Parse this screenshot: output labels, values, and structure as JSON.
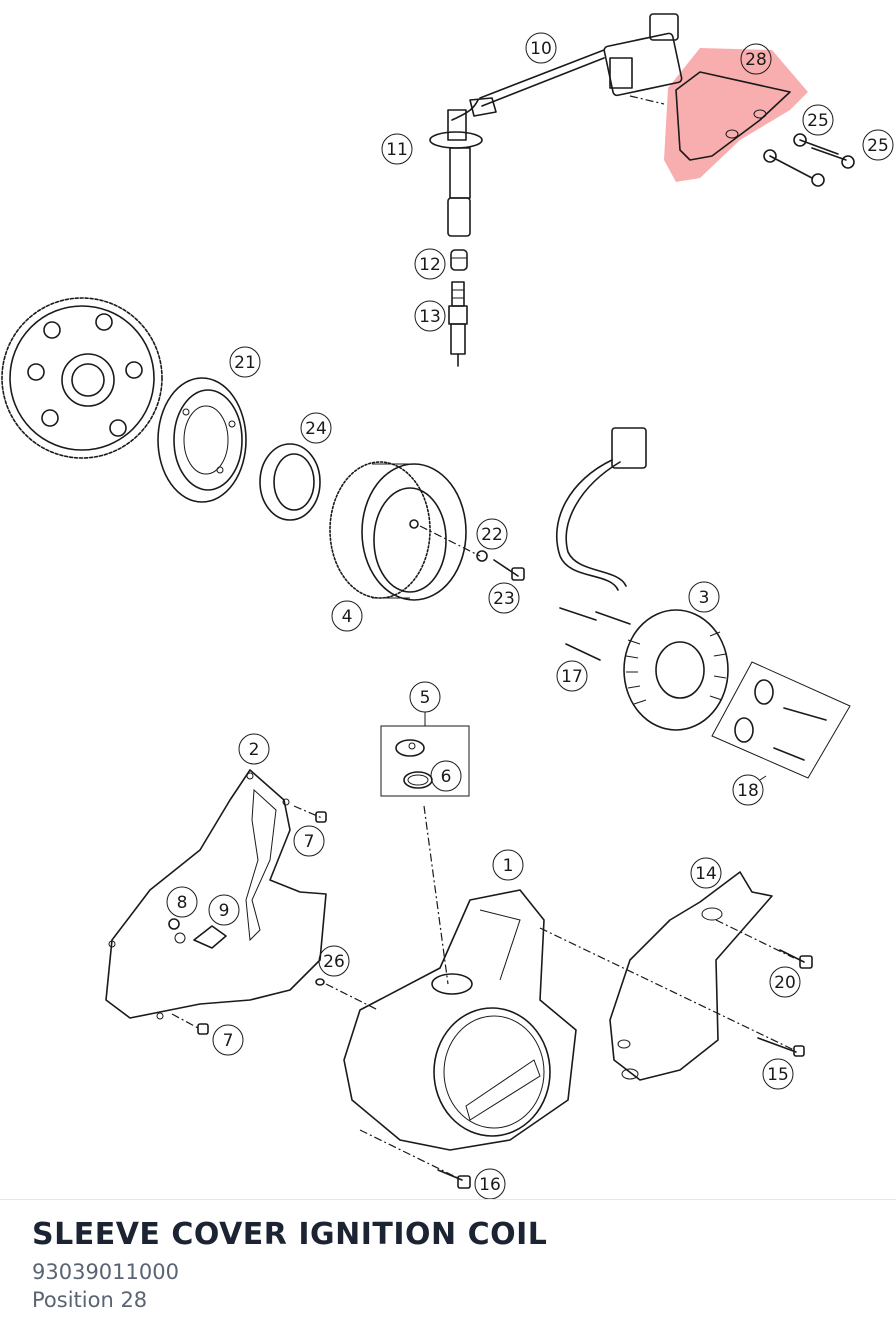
{
  "callouts": {
    "c1": "1",
    "c2": "2",
    "c3": "3",
    "c4": "4",
    "c5": "5",
    "c6": "6",
    "c7a": "7",
    "c7b": "7",
    "c8": "8",
    "c9": "9",
    "c10": "10",
    "c11": "11",
    "c12": "12",
    "c13": "13",
    "c14": "14",
    "c15": "15",
    "c16": "16",
    "c17": "17",
    "c18": "18",
    "c20": "20",
    "c21": "21",
    "c22": "22",
    "c23": "23",
    "c24": "24",
    "c25a": "25",
    "c25b": "25",
    "c26": "26",
    "c28": "28"
  },
  "highlight": {
    "position": "28",
    "color": "#f26b6b"
  },
  "part": {
    "title": "SLEEVE COVER IGNITION COIL",
    "number": "93039011000",
    "position_label": "Position 28"
  },
  "colors": {
    "title": "#1c2433",
    "muted": "#5a6473",
    "line": "#1a1a1a"
  }
}
